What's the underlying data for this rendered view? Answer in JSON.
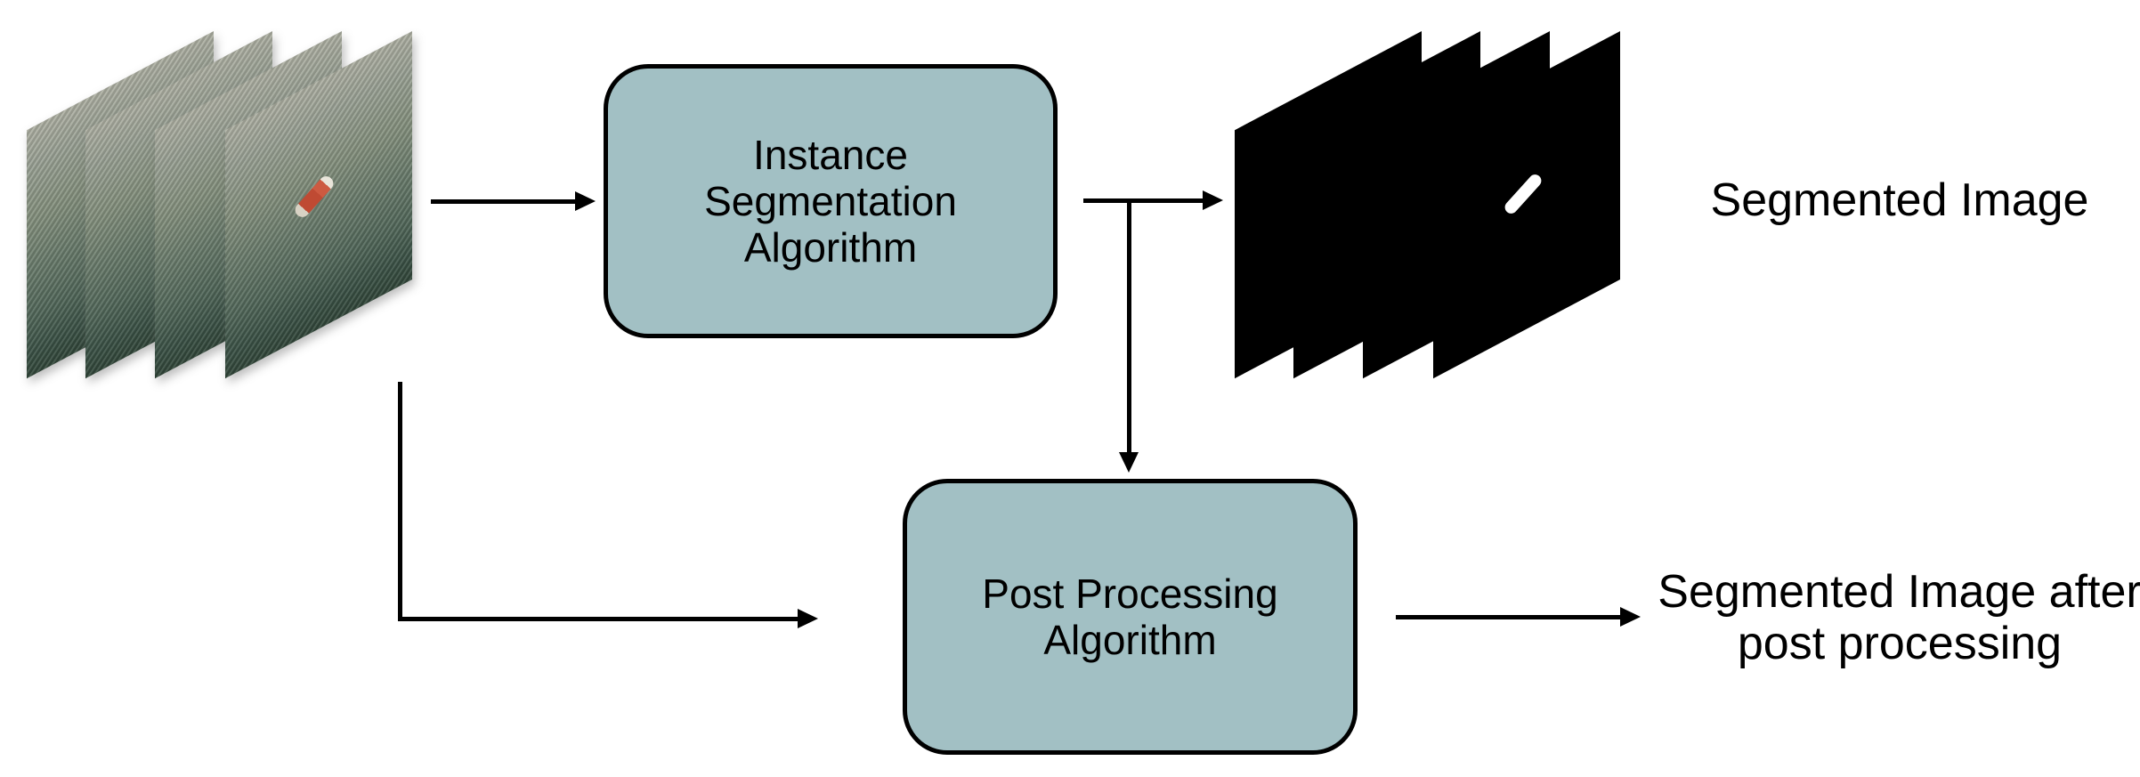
{
  "figure": {
    "type": "flow-diagram",
    "background": "#ffffff"
  },
  "colors": {
    "background": "#ffffff",
    "box_fill": "#a2c0c4",
    "box_border": "#000000",
    "arrow": "#000000",
    "sea_surface_top": "#aeb0a3",
    "sea_surface_bottom": "#314639",
    "ship_hull": "#bf4a33",
    "mask": "#ffffff",
    "segmented_frame": "#000000"
  },
  "nodes": {
    "input_stack": {
      "frames": 4
    },
    "instance_box": {
      "lines": [
        "Instance",
        "Segmentation",
        "Algorithm"
      ]
    },
    "segmented_stack": {
      "frames": 4
    },
    "post_box": {
      "lines": [
        "Post Processing",
        "Algorithm"
      ]
    }
  },
  "labels": {
    "segmented_image": "Segmented Image",
    "segmented_after_line1": "Segmented Image after",
    "segmented_after_line2": "post processing"
  }
}
